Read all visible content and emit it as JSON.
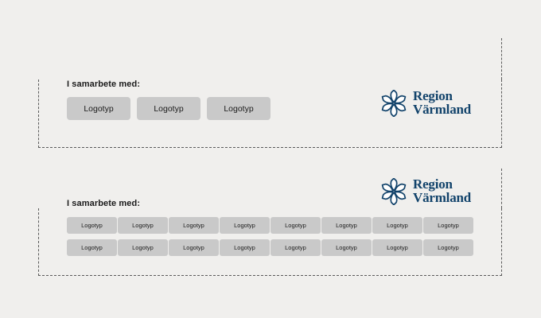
{
  "page": {
    "background_color": "#f0efed",
    "brand_color": "#12436b",
    "chip_color": "#c9c9c9",
    "frame_border_color": "#5a5a5a"
  },
  "brand": {
    "name": "Region Värmland",
    "line1": "Region",
    "line2": "Värmland",
    "mark": "six-petal-flower-icon"
  },
  "sections": [
    {
      "id": "variant-few-logos",
      "heading": "I samarbete med:",
      "logo_chips": [
        "Logotyp",
        "Logotyp",
        "Logotyp"
      ]
    },
    {
      "id": "variant-many-logos",
      "heading": "I samarbete med:",
      "logo_chips_row1": [
        "Logotyp",
        "Logotyp",
        "Logotyp",
        "Logotyp",
        "Logotyp",
        "Logotyp",
        "Logotyp",
        "Logotyp"
      ],
      "logo_chips_row2": [
        "Logotyp",
        "Logotyp",
        "Logotyp",
        "Logotyp",
        "Logotyp",
        "Logotyp",
        "Logotyp",
        "Logotyp"
      ]
    }
  ]
}
